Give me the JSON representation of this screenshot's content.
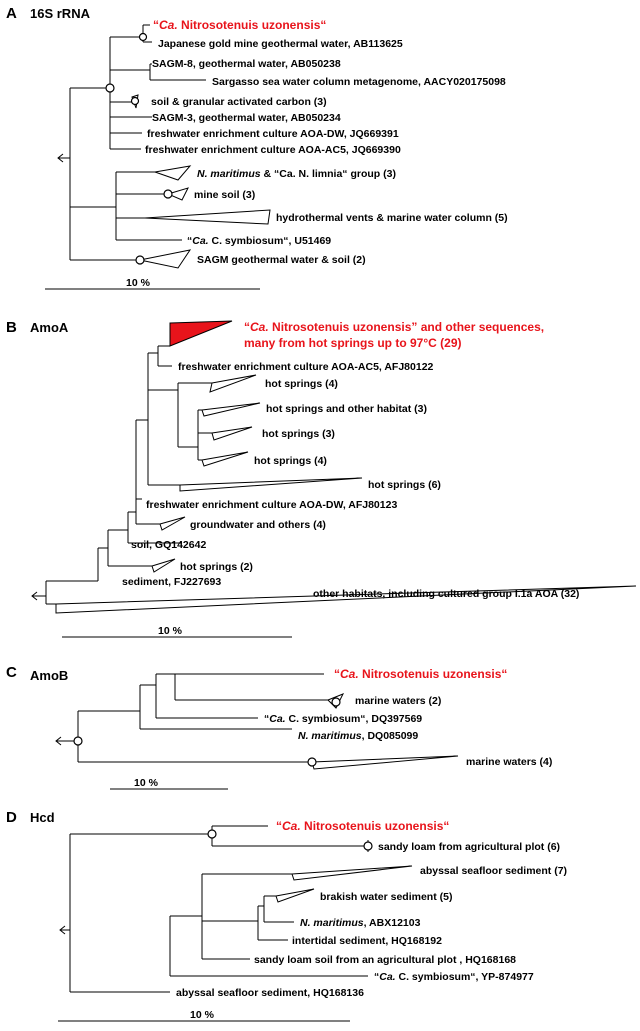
{
  "colors": {
    "highlight": "#e8141b",
    "ink": "#000000"
  },
  "panels": {
    "a": {
      "letter": "A",
      "title": "16S rRNA",
      "scale": "10 %",
      "leaves": [
        {
          "pre": "“",
          "it": "Ca.",
          "post": " Nitrosotenuis uzonensis“",
          "red": true
        },
        {
          "text": "Japanese gold mine geothermal water, AB113625"
        },
        {
          "text": "SAGM-8, geothermal water, AB050238"
        },
        {
          "text": "Sargasso sea water column metagenome, AACY020175098"
        },
        {
          "text": "soil & granular activated carbon (3)"
        },
        {
          "text": "SAGM-3, geothermal water, AB050234"
        },
        {
          "text": "freshwater enrichment culture AOA-DW, JQ669391"
        },
        {
          "text": "freshwater enrichment culture AOA-AC5, JQ669390"
        },
        {
          "pre": "",
          "it": "N. maritimus",
          "post": " & “Ca. N. limnia“ group (3)"
        },
        {
          "text": "mine soil (3)"
        },
        {
          "text": "hydrothermal vents & marine water column (5)"
        },
        {
          "pre": "“",
          "it": "Ca.",
          "post": " C. symbiosum“, U51469"
        },
        {
          "text": "SAGM geothermal water & soil (2)"
        }
      ]
    },
    "b": {
      "letter": "B",
      "title": "AmoA",
      "scale": "10 %",
      "red1": {
        "pre": "“",
        "it": "Ca.",
        "post": " Nitrosotenuis uzonensis” and other sequences,"
      },
      "red2": "many from hot springs up to 97°C (29)",
      "leaves": [
        "freshwater enrichment culture AOA-AC5, AFJ80122",
        "hot springs (4)",
        "hot springs and other habitat (3)",
        "hot springs (3)",
        "hot springs (4)",
        "hot springs (6)",
        "freshwater enrichment culture AOA-DW, AFJ80123",
        "groundwater and others (4)",
        "soil, GQ142642",
        "hot springs (2)",
        "sediment, FJ227693",
        "other habitats, including cultured group I.1a AOA (32)"
      ]
    },
    "c": {
      "letter": "C",
      "title": "AmoB",
      "scale": "10 %",
      "leaves": [
        {
          "pre": "“",
          "it": "Ca.",
          "post": " Nitrosotenuis uzonensis“",
          "red": true
        },
        {
          "text": "marine waters (2)"
        },
        {
          "pre": "“",
          "it": "Ca.",
          "post": " C. symbiosum“, DQ397569"
        },
        {
          "pre": "",
          "it": "N. maritimus",
          "post": ", DQ085099"
        },
        {
          "text": "marine waters (4)"
        }
      ]
    },
    "d": {
      "letter": "D",
      "title": "Hcd",
      "scale": "10 %",
      "leaves": [
        {
          "pre": "“",
          "it": "Ca.",
          "post": " Nitrosotenuis uzonensis“",
          "red": true
        },
        {
          "text": "sandy loam from agricultural plot (6)"
        },
        {
          "text": "abyssal seafloor sediment (7)"
        },
        {
          "text": "brakish water sediment (5)"
        },
        {
          "pre": "",
          "it": "N. maritimus",
          "post": ", ABX12103"
        },
        {
          "text": "intertidal sediment, HQ168192"
        },
        {
          "text": "sandy loam soil from an agricultural plot , HQ168168"
        },
        {
          "pre": "“",
          "it": "Ca.",
          "post": " C. symbiosum“, YP-874977"
        },
        {
          "text": "abyssal seafloor sediment, HQ168136"
        }
      ]
    }
  }
}
